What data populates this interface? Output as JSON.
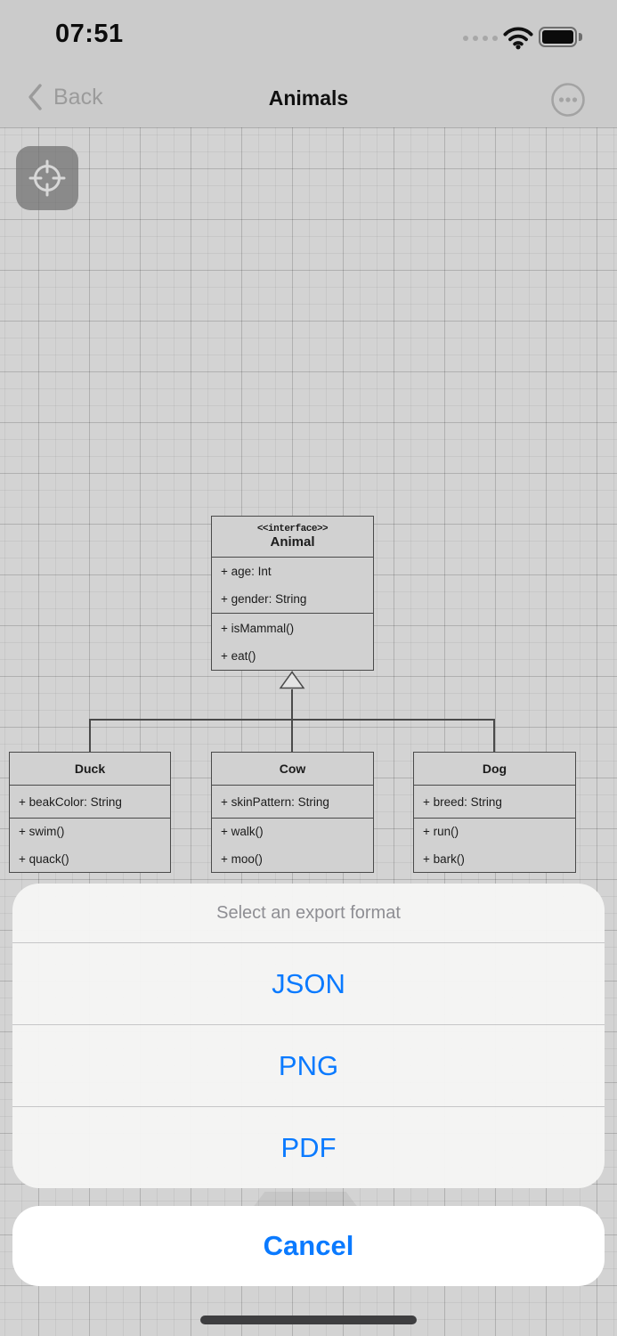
{
  "status_bar": {
    "time": "07:51"
  },
  "nav_bar": {
    "back_label": "Back",
    "title": "Animals"
  },
  "canvas": {
    "classes": [
      {
        "stereotype": "<<interface>>",
        "name": "Animal",
        "attributes": [
          "+ age: Int",
          "+ gender: String"
        ],
        "methods": [
          "+ isMammal()",
          "+ eat()"
        ]
      },
      {
        "name": "Duck",
        "attributes": [
          "+ beakColor: String"
        ],
        "methods": [
          "+ swim()",
          "+ quack()"
        ]
      },
      {
        "name": "Cow",
        "attributes": [
          "+ skinPattern: String"
        ],
        "methods": [
          "+ walk()",
          "+ moo()"
        ]
      },
      {
        "name": "Dog",
        "attributes": [
          "+ breed: String"
        ],
        "methods": [
          "+ run()",
          "+ bark()"
        ]
      }
    ],
    "relationship": "inheritance (Duck, Cow, Dog realize Animal)"
  },
  "action_sheet": {
    "title": "Select an export format",
    "options": [
      "JSON",
      "PNG",
      "PDF"
    ],
    "cancel_label": "Cancel"
  },
  "colors": {
    "accent_blue": "#0a7aff",
    "sheet_title_gray": "#8e8e93",
    "canvas_gray": "#d3d3d3",
    "cancel_bg": "#ffffff"
  }
}
